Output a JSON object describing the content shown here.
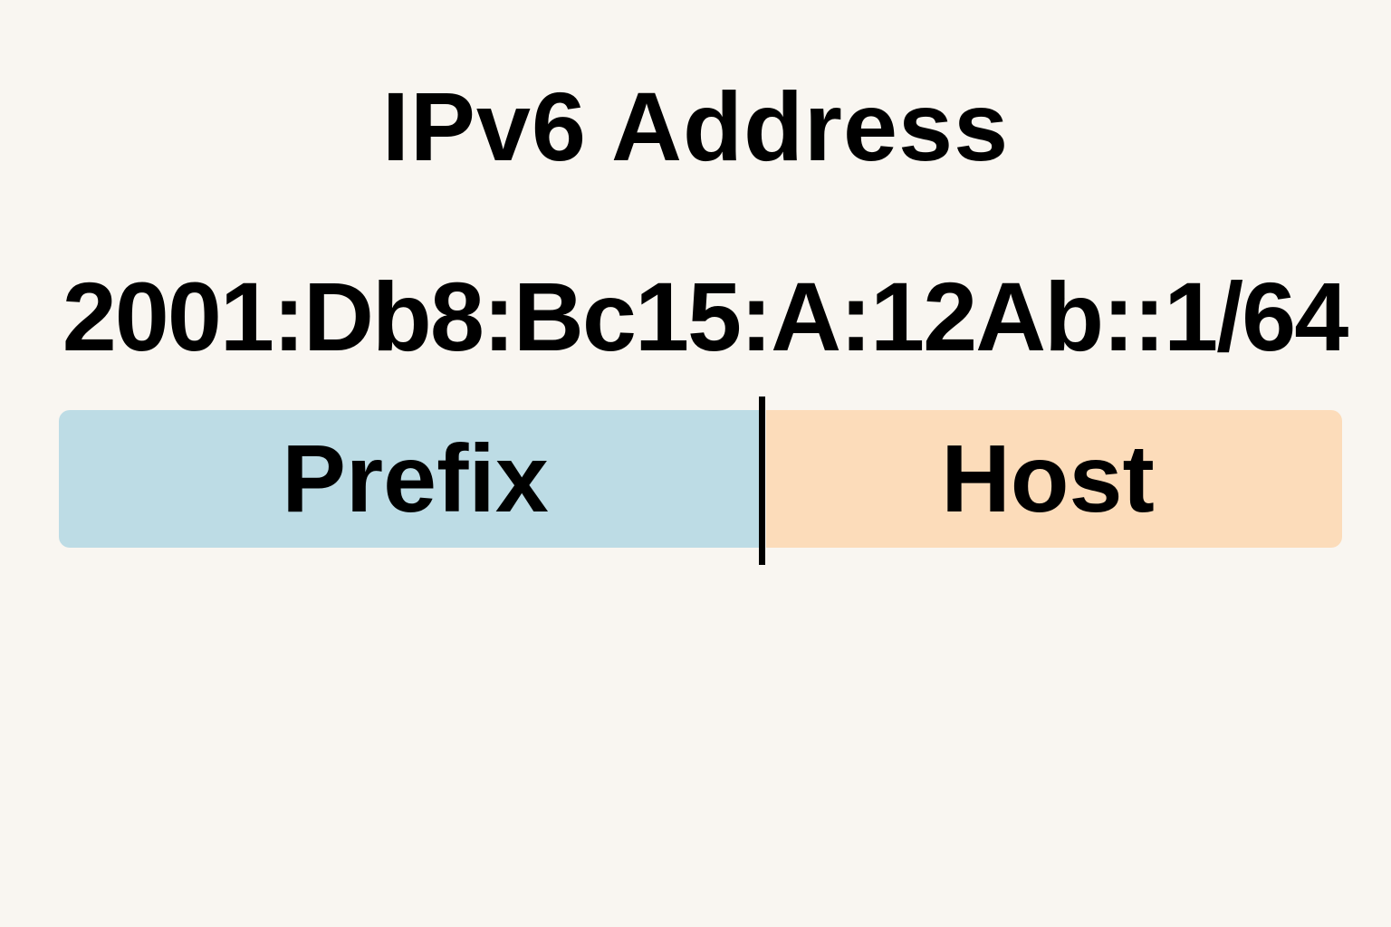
{
  "title": "IPv6 Address",
  "address": "2001:Db8:Bc15:A:12Ab::1/64",
  "segments": [
    {
      "label": "Prefix",
      "color": "#bddce5"
    },
    {
      "label": "Host",
      "color": "#fcdcba"
    }
  ],
  "divider": {
    "color": "#000000"
  },
  "background": "#f9f6f1"
}
